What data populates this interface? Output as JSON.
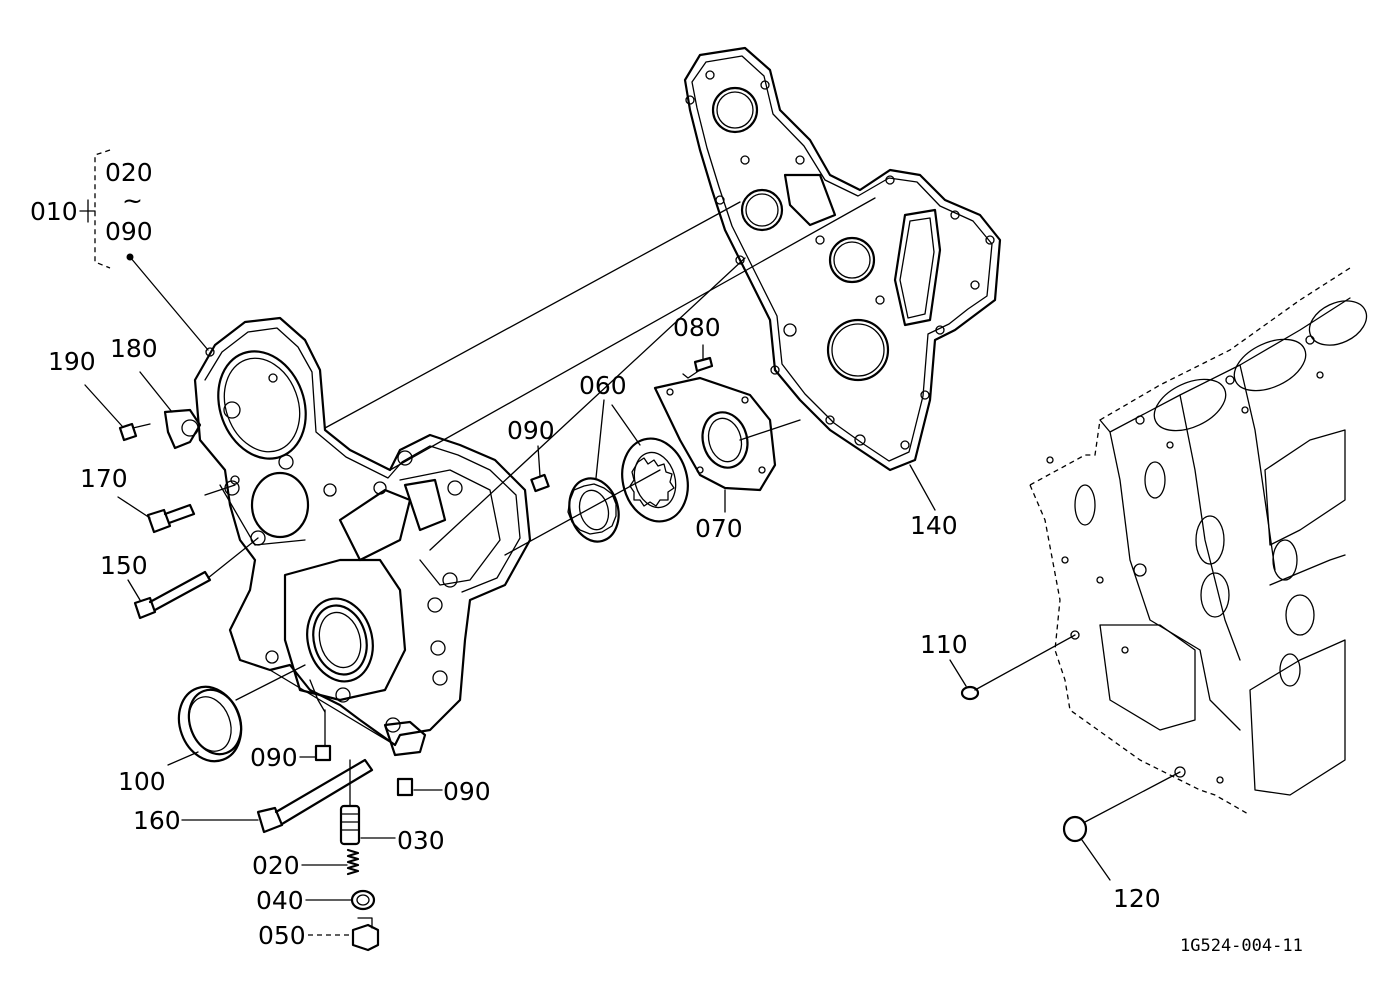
{
  "labels": {
    "010": "010",
    "020_top": "020",
    "tilde": "~",
    "090_top": "090",
    "190": "190",
    "180": "180",
    "170": "170",
    "150": "150",
    "100": "100",
    "160": "160",
    "090_a": "090",
    "090_b": "090",
    "090_c": "090",
    "030": "030",
    "020": "020",
    "040": "040",
    "050": "050",
    "080": "080",
    "060": "060",
    "070": "070",
    "140": "140",
    "110": "110",
    "120": "120"
  },
  "reference_code": "1G524-004-11"
}
